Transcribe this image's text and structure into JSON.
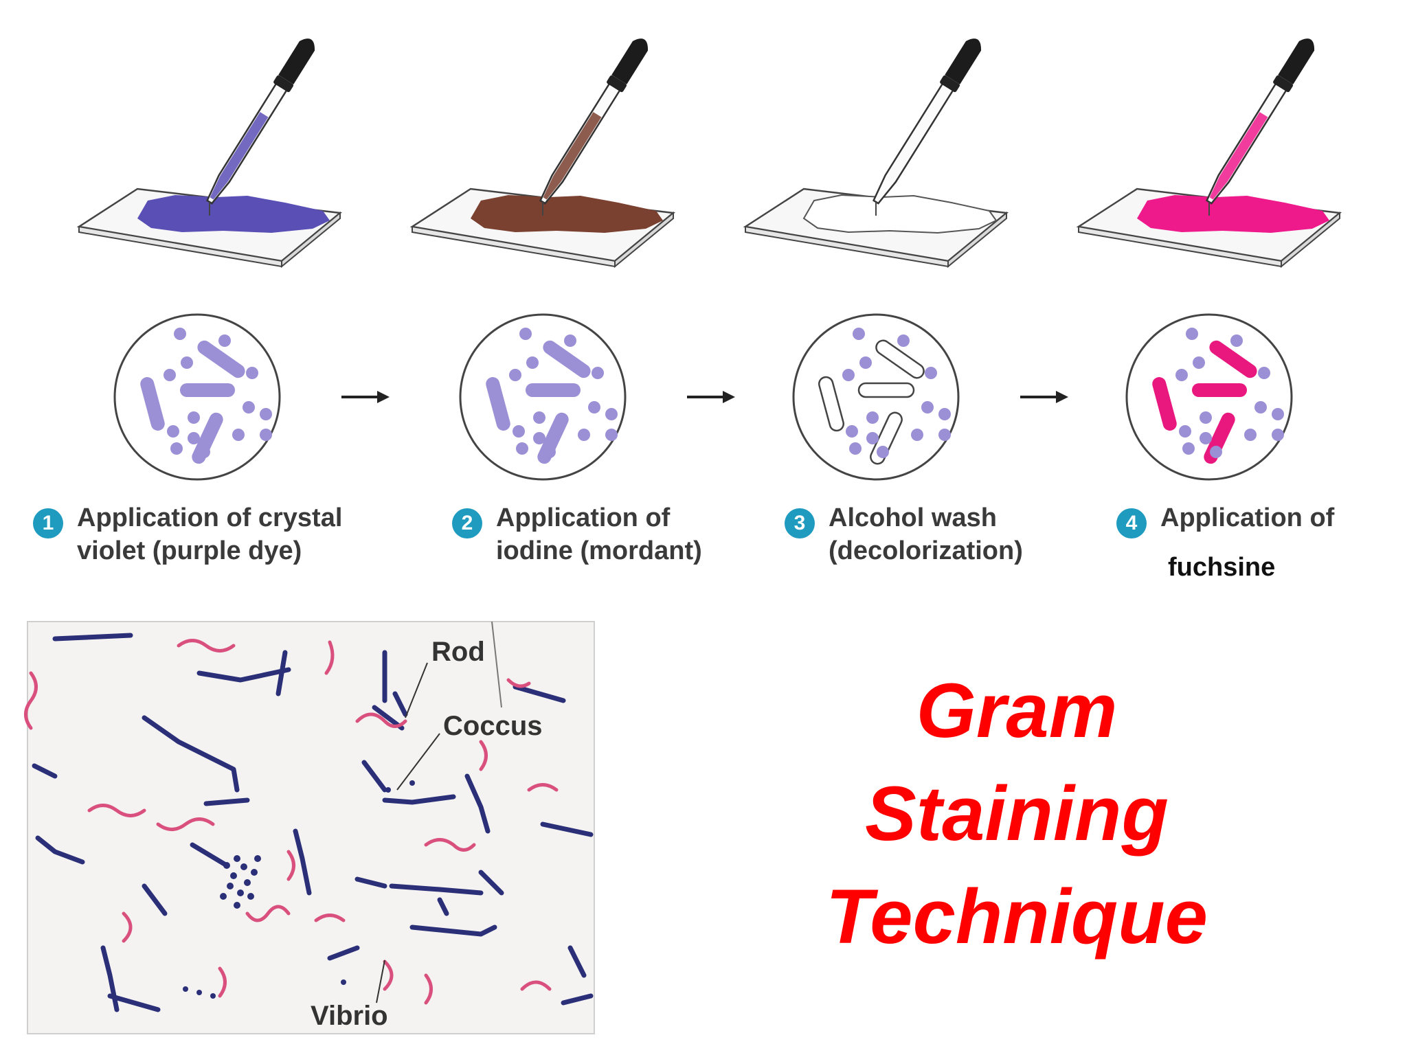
{
  "steps": [
    {
      "number": "1",
      "caption_line1": "Application of crystal",
      "caption_line2": "violet (purple dye)",
      "dye_color": "#5a4fb5"
    },
    {
      "number": "2",
      "caption_line1": "Application of",
      "caption_line2": "iodine (mordant)",
      "dye_color": "#7a4030"
    },
    {
      "number": "3",
      "caption_line1": "Alcohol wash",
      "caption_line2": "(decolorization)",
      "dye_color": "#ffffff"
    },
    {
      "number": "4",
      "caption_line1": "Application of",
      "caption_line2": "",
      "dye_color": "#ee1a8c"
    }
  ],
  "step4_extra_label": "fuchsine",
  "colors": {
    "cell_purple": "#9b8fd6",
    "cell_pink": "#e8187f",
    "badge": "#1e9bbf",
    "title": "#ff0000",
    "micro_blue": "#2a2f78",
    "micro_pink": "#d9507f"
  },
  "micrograph": {
    "labels": {
      "rod": "Rod",
      "coccus": "Coccus",
      "vibrio": "Vibrio"
    }
  },
  "title": {
    "line1": "Gram",
    "line2": "Staining",
    "line3": "Technique"
  }
}
